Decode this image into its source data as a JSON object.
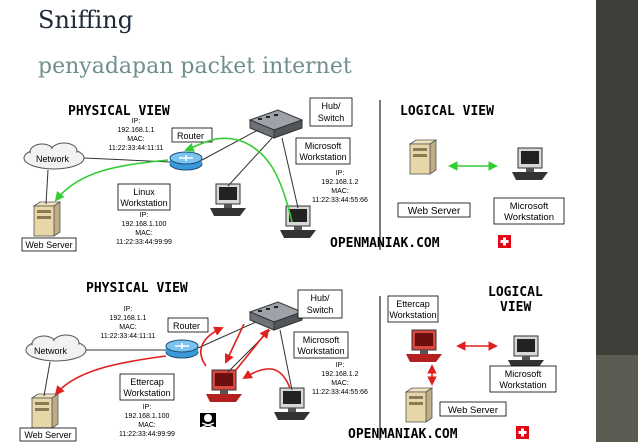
{
  "header": {
    "title": "Sniffing",
    "subtitle": "penyadapan packet internet"
  },
  "diagram1": {
    "physical_title": "PHYSICAL VIEW",
    "logical_title": "LOGICAL VIEW",
    "router": {
      "label": "Router",
      "ip_label": "IP:",
      "ip": "192.168.1.1",
      "mac_label": "MAC:",
      "mac": "11:22:33:44:11:11"
    },
    "hub": {
      "label_line1": "Hub/",
      "label_line2": "Switch"
    },
    "network": {
      "label": "Network"
    },
    "web_server": {
      "label": "Web Server"
    },
    "linux": {
      "label_line1": "Linux",
      "label_line2": "Workstation",
      "ip_label": "IP:",
      "ip": "192.168.1.100",
      "mac_label": "MAC:",
      "mac": "11:22:33:44:99:99"
    },
    "microsoft": {
      "label_line1": "Microsoft",
      "label_line2": "Workstation",
      "ip_label": "IP:",
      "ip": "192.168.1.2",
      "mac_label": "MAC:",
      "mac": "11:22:33:44:55:66"
    },
    "logical_web_server": "Web Server",
    "logical_ms_line1": "Microsoft",
    "logical_ms_line2": "Workstation",
    "watermark": "OPENMANIAK.COM"
  },
  "diagram2": {
    "physical_title": "PHYSICAL VIEW",
    "logical_title_line1": "LOGICAL",
    "logical_title_line2": "VIEW",
    "router": {
      "label": "Router",
      "ip_label": "IP:",
      "ip": "192.168.1.1",
      "mac_label": "MAC:",
      "mac": "11:22:33:44:11:11"
    },
    "hub": {
      "label_line1": "Hub/",
      "label_line2": "Switch"
    },
    "network": {
      "label": "Network"
    },
    "web_server": {
      "label": "Web Server"
    },
    "ettercap": {
      "label_line1": "Ettercap",
      "label_line2": "Workstation",
      "ip_label": "IP:",
      "ip": "192.168.1.100",
      "mac_label": "MAC:",
      "mac": "11:22:33:44:99:99"
    },
    "microsoft": {
      "label_line1": "Microsoft",
      "label_line2": "Workstation",
      "ip_label": "IP:",
      "ip": "192.168.1.2",
      "mac_label": "MAC:",
      "mac": "11:22:33:44:55:66"
    },
    "logical_ettercap_line1": "Ettercap",
    "logical_ettercap_line2": "Workstation",
    "logical_ms_line1": "Microsoft",
    "logical_ms_line2": "Workstation",
    "logical_web_server": "Web Server",
    "watermark": "OPENMANIAK.COM"
  },
  "colors": {
    "green_arrow": "#33cc33",
    "red_arrow": "#e02020",
    "router_blue": "#3a9ad9",
    "swiss_red": "#e30613"
  }
}
